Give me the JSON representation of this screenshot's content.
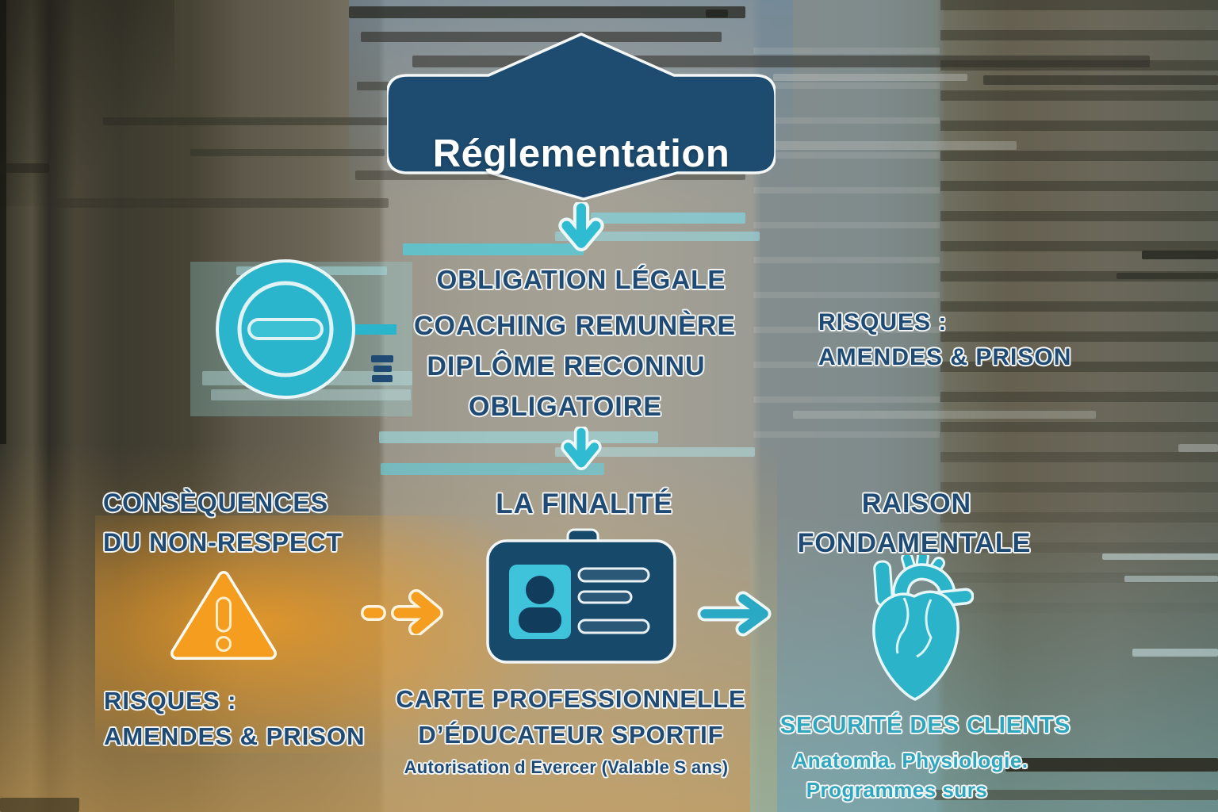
{
  "palette": {
    "navy": "#1d4c70",
    "navy_text": "#1e4a74",
    "teal": "#2ab5cd",
    "teal_text": "#2fa6bd",
    "orange": "#f59d1f",
    "outline_white": "#f2f5f3"
  },
  "badge": {
    "label": "Réglementation"
  },
  "obligation": {
    "title": "OBLIGATION LÉGALE",
    "lines": [
      "COACHING REMUNÈRE",
      "DIPLÔME RECONNU",
      "OBLIGATOIRE"
    ]
  },
  "risques_right": {
    "line1": "RISQUES :",
    "line2": "AMENDES & PRISON"
  },
  "finalite": {
    "title": "LA FINALITÉ",
    "card_line1": "CARTE PROFESSIONNELLE",
    "card_line2": "D’ÉDUCATEUR SPORTIF",
    "card_note": "Autorisation d Evercer (Valable S ans)"
  },
  "consequences": {
    "line1": "CONSÈQUENCES",
    "line2": "DU NON-RESPECT"
  },
  "risques_left": {
    "line1": "RISQUES :",
    "line2": "AMENDES & PRISON"
  },
  "raison": {
    "line1": "RAISON",
    "line2": "FONDAMENTALE"
  },
  "securite": {
    "title": "SECURITÉ DES CLIENTS",
    "line1": "Anatomia. Physiologie.",
    "line2": "Programmes surs"
  },
  "icons": {
    "prohibition": "prohibition-circle",
    "warning": "warning-triangle",
    "card": "professional-id-card",
    "heart": "anatomical-heart",
    "down_arrow": "down-arrow",
    "right_arrow": "right-arrow",
    "dashed_arrow": "dashed-right-arrow",
    "equals_glyph": "equals-glyph"
  }
}
